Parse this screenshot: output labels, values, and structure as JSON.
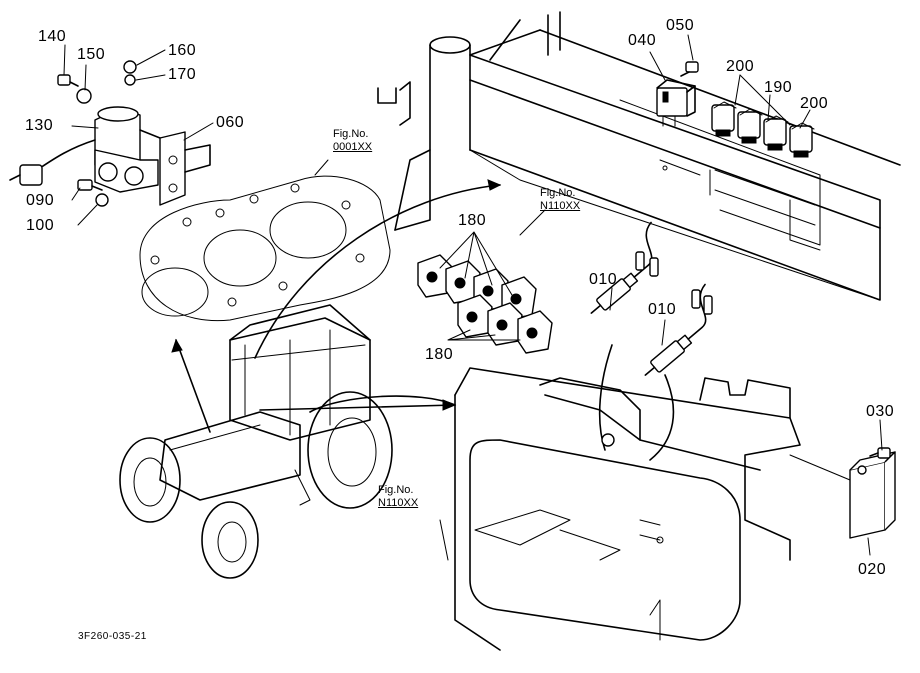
{
  "part_labels": {
    "p010a": "010",
    "p010b": "010",
    "p020": "020",
    "p030": "030",
    "p040": "040",
    "p050": "050",
    "p060": "060",
    "p090": "090",
    "p100": "100",
    "p130": "130",
    "p140": "140",
    "p150": "150",
    "p160": "160",
    "p170": "170",
    "p180a": "180",
    "p180b": "180",
    "p190": "190",
    "p200a": "200",
    "p200b": "200"
  },
  "figure_refs": [
    {
      "caption": "Fig.No.",
      "number": "0001XX"
    },
    {
      "caption": "Fig.No.",
      "number": "N110XX"
    },
    {
      "caption": "Fig.No.",
      "number": "N110XX"
    }
  ],
  "drawing_code": "3F260-035-21"
}
